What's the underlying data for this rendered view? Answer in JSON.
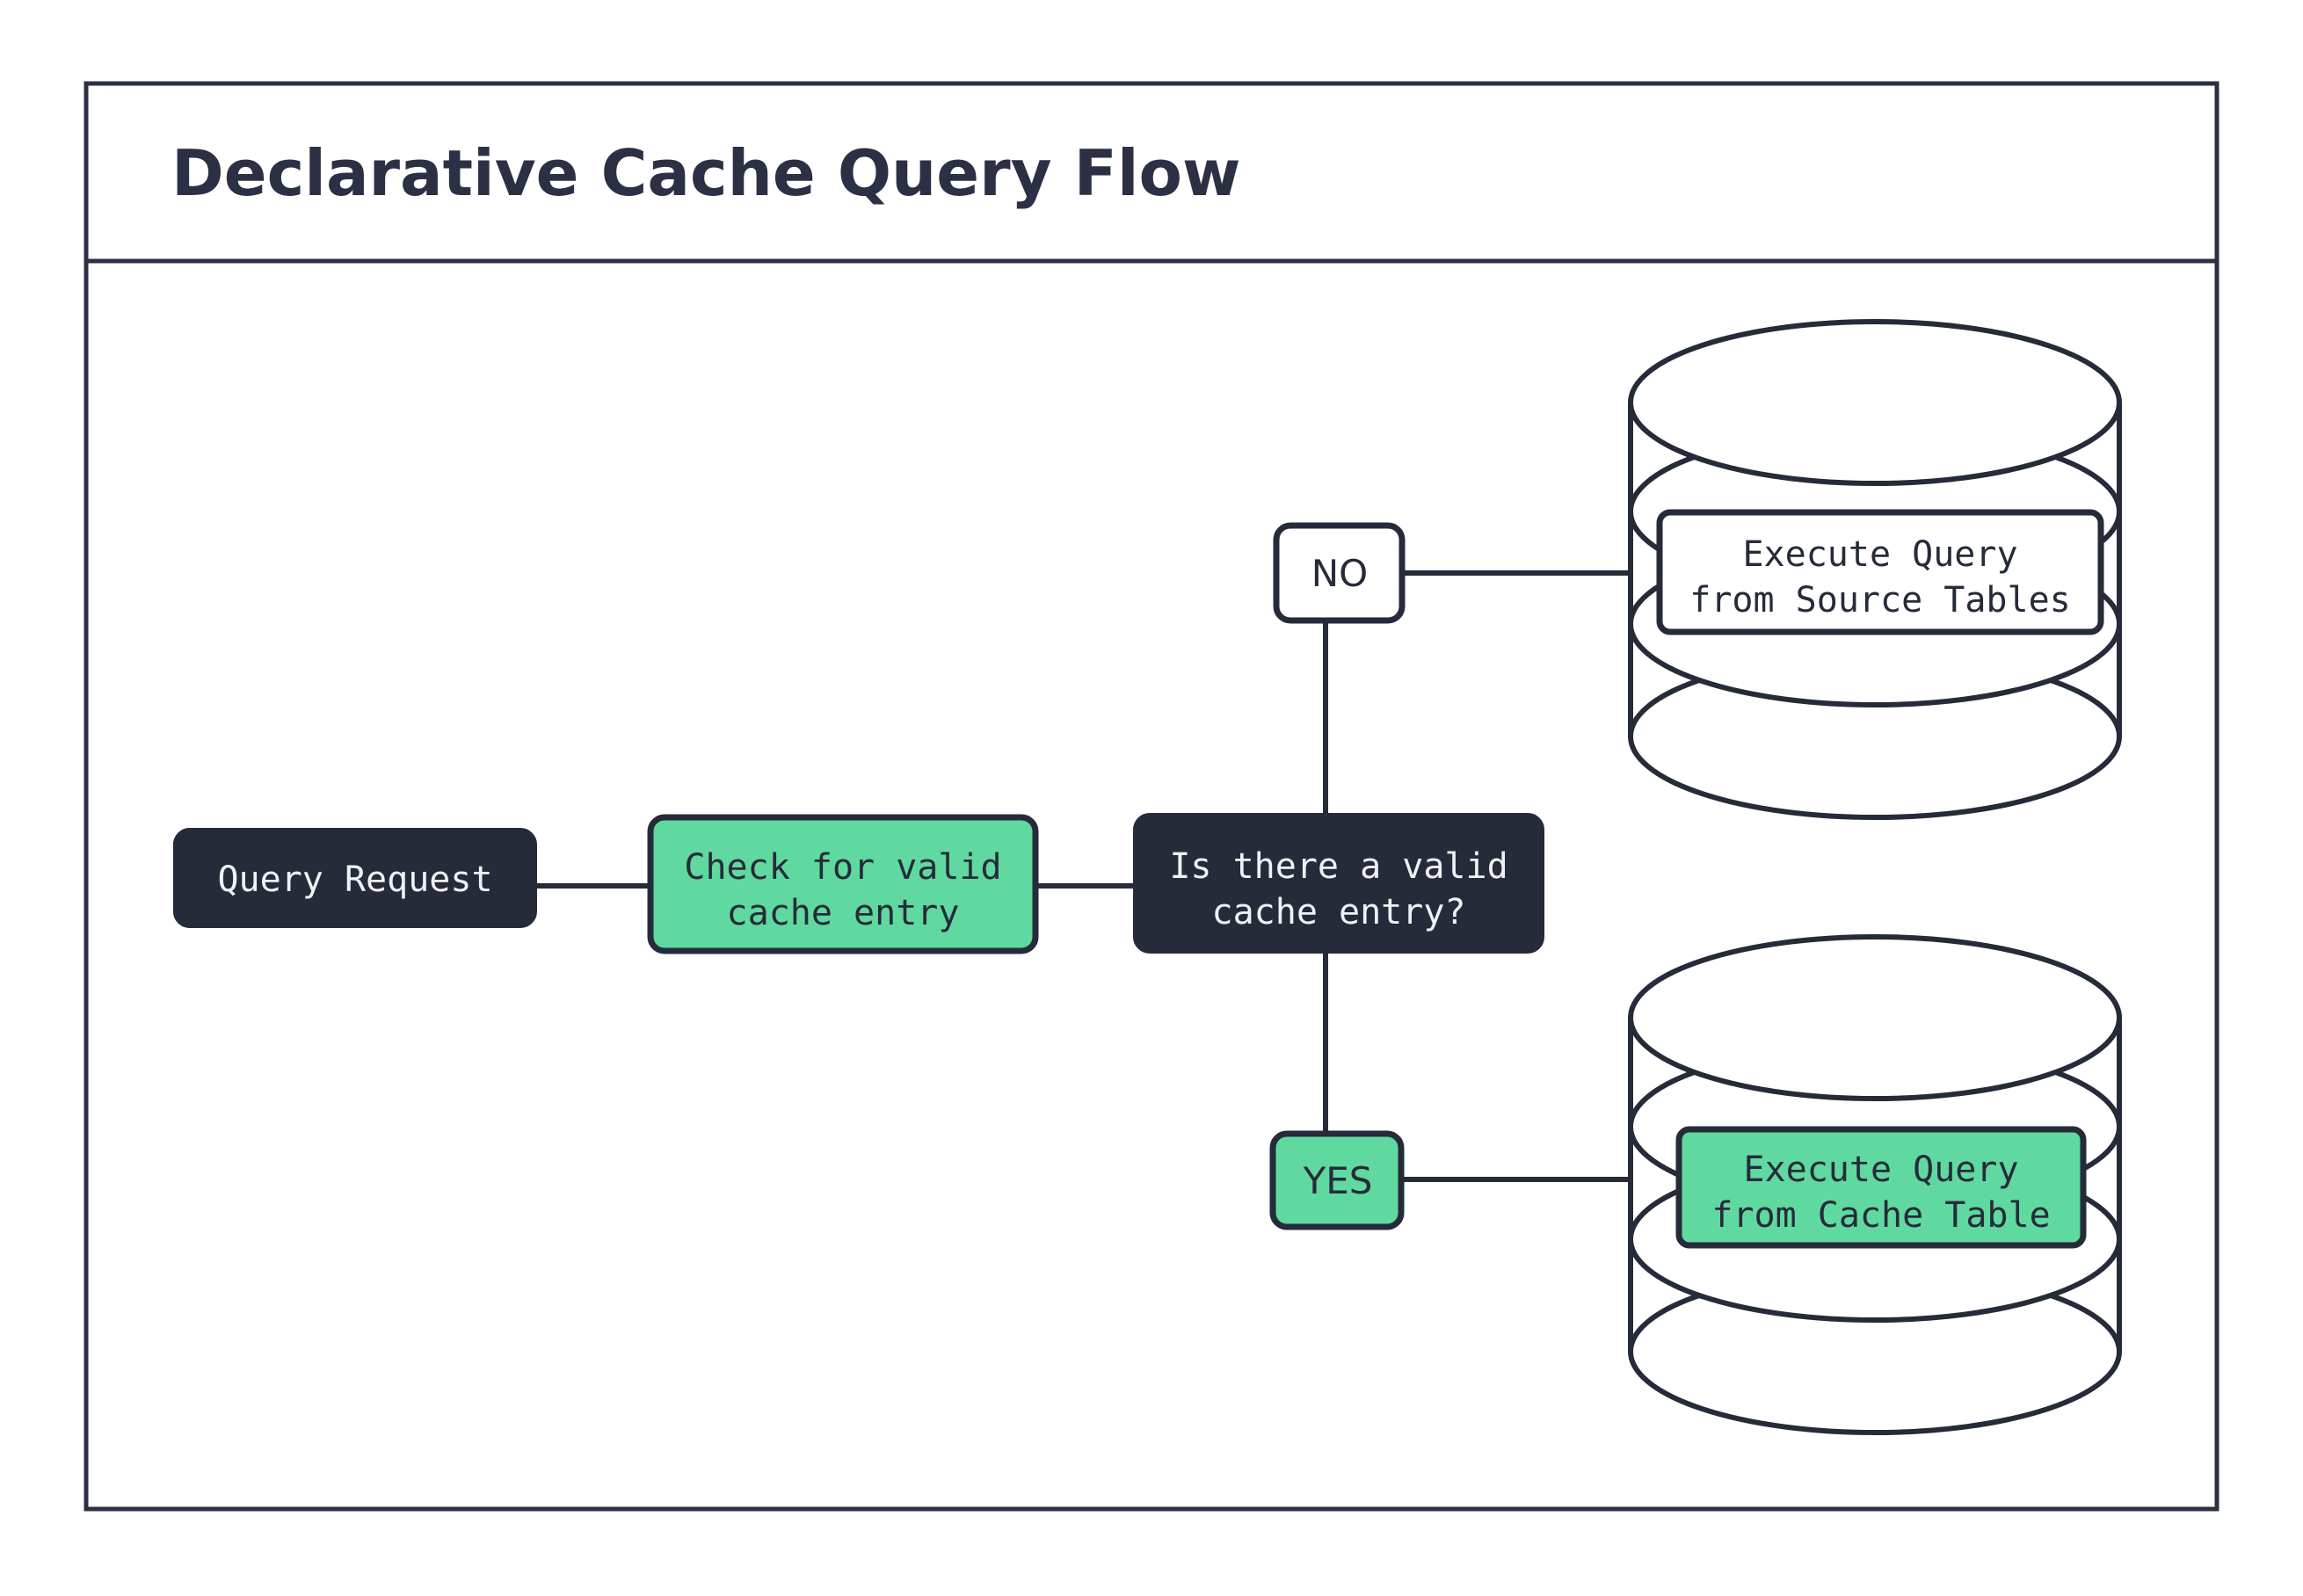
{
  "diagram": {
    "title": "Declarative Cache Query Flow",
    "type": "flowchart",
    "colors": {
      "dark": "#262b3a",
      "green": "#5fd9a0",
      "white": "#ffffff",
      "border": "#2b3044",
      "text_light": "#f0f1f4"
    },
    "nodes": {
      "query_request": {
        "label": "Query Request",
        "style": "dark-filled",
        "shape": "rounded-rect"
      },
      "check_cache": {
        "label_line1": "Check for valid",
        "label_line2": "cache entry",
        "style": "green-filled",
        "shape": "rounded-rect"
      },
      "decision": {
        "label_line1": "Is there a valid",
        "label_line2": "cache entry?",
        "style": "dark-filled",
        "shape": "rounded-rect"
      },
      "branch_no": {
        "label": "NO",
        "style": "white-filled",
        "shape": "rounded-rect"
      },
      "branch_yes": {
        "label": "YES",
        "style": "green-filled",
        "shape": "rounded-rect"
      },
      "source_db": {
        "label_line1": "Execute Query",
        "label_line2": "from Source Tables",
        "style": "white-filled",
        "shape": "cylinder-database"
      },
      "cache_db": {
        "label_line1": "Execute Query",
        "label_line2": "from Cache Table",
        "style": "green-filled",
        "shape": "cylinder-database"
      }
    },
    "edges": [
      {
        "from": "query_request",
        "to": "check_cache",
        "label": ""
      },
      {
        "from": "check_cache",
        "to": "decision",
        "label": ""
      },
      {
        "from": "decision",
        "to": "branch_no",
        "label": "NO"
      },
      {
        "from": "branch_no",
        "to": "source_db",
        "label": ""
      },
      {
        "from": "decision",
        "to": "branch_yes",
        "label": "YES"
      },
      {
        "from": "branch_yes",
        "to": "cache_db",
        "label": ""
      }
    ]
  }
}
